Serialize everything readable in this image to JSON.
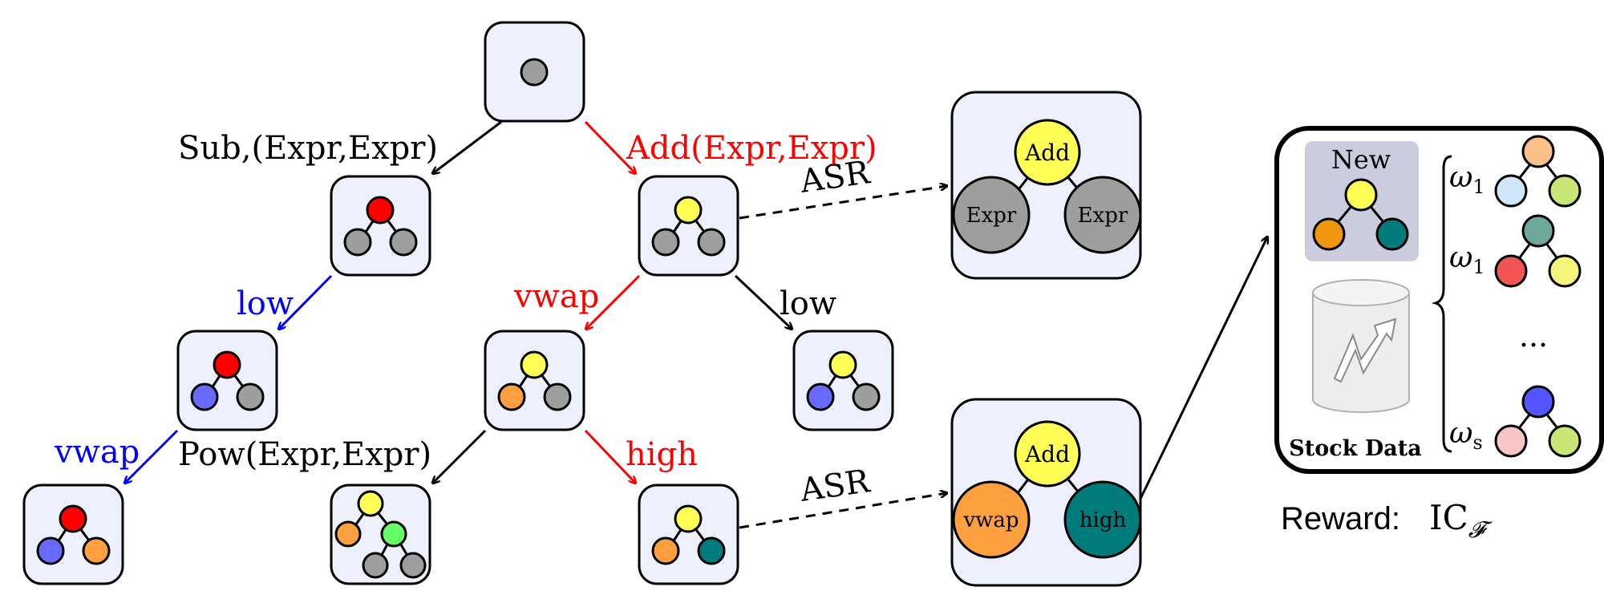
{
  "colors": {
    "gray": "#9e9e9e",
    "red": "#ff0000",
    "yellow": "#ffff55",
    "blue": "#6a6aff",
    "orange": "#ffa040",
    "green": "#66ff66",
    "teal": "#007b7b",
    "box_fill": "#eef0fd",
    "new_panel": "#ccccdf",
    "orange_dark": "#f0960f",
    "light_blue": "#cfe6fb",
    "light_green": "#c8e673",
    "peach": "#f9c08a",
    "sage": "#6da89a",
    "coral": "#f25555",
    "pale_yellow": "#f6f77a",
    "pink": "#f9c6c6",
    "violet_blue": "#5555ff",
    "edge_black": "#000000",
    "edge_red": "#ff0000",
    "edge_blue": "#0000ff"
  },
  "edge_labels": {
    "sub": "Sub,(Expr,Expr)",
    "add": "Add(Expr,Expr)",
    "low_blue": "low",
    "vwap_red": "vwap",
    "low_black": "low",
    "vwap_blue": "vwap",
    "pow": "Pow(Expr,Expr)",
    "high": "high",
    "asr_top": "ASR",
    "asr_bottom": "ASR"
  },
  "expr_tree_top": {
    "root": "Add",
    "left": "Expr",
    "right": "Expr"
  },
  "expr_tree_bottom": {
    "root": "Add",
    "left": "vwap",
    "right": "high"
  },
  "panel": {
    "new_label": "New",
    "stock_label": "Stock Data",
    "weights": [
      "ω",
      "ω",
      "ω"
    ],
    "weight_subs": [
      "1",
      "1",
      "s"
    ],
    "ellipsis": "..."
  },
  "reward": {
    "label": "Reward:",
    "metric": "IC",
    "metric_sub": "𝓕"
  }
}
